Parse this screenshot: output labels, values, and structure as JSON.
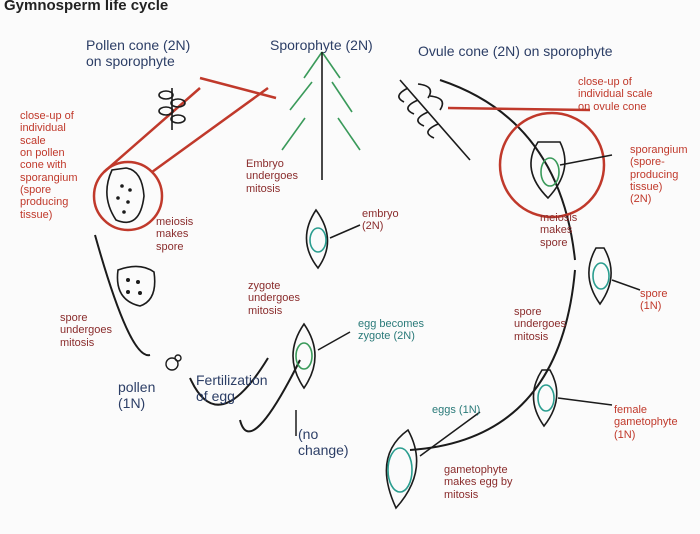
{
  "title": "Gymnosperm life cycle",
  "labels": {
    "pollen_cone": "Pollen cone (2N)\non sporophyte",
    "sporophyte": "Sporophyte (2N)",
    "ovule_cone": "Ovule cone (2N) on sporophyte",
    "closeup_pollen": "close-up of\nindividual\nscale\non pollen\ncone with\nsporangium\n(spore\nproducing\ntissue)",
    "closeup_ovule": "close-up of\nindividual scale\non ovule cone",
    "sporangium": "sporangium\n(spore-\nproducing\ntissue)\n(2N)",
    "meiosis_pollen": "meiosis\nmakes\nspore",
    "meiosis_ovule": "meiosis\nmakes\nspore",
    "embryo_mitosis": "Embryo\nundergoes\nmitosis",
    "embryo_2n": "embryo\n(2N)",
    "zygote_mitosis": "zygote\nundergoes\nmitosis",
    "egg_zygote": "egg becomes\nzygote (2N)",
    "spore_1n": "spore\n(1N)",
    "spore_mitosis_left": "spore\nundergoes\nmitosis",
    "spore_mitosis_right": "spore\nundergoes\nmitosis",
    "pollen_1n": "pollen\n(1N)",
    "fertilization": "Fertilization\nof egg",
    "no_change": "(no\nchange)",
    "eggs_1n": "eggs (1N)",
    "female_gametophyte": "female\ngametophyte\n(1N)",
    "gametophyte_egg": "gametophyte\nmakes egg by\nmitosis"
  },
  "colors": {
    "red": "#c0392b",
    "dark": "#2c3e66",
    "teal": "#2a9d8f",
    "green": "#3a9a5a",
    "black": "#1b1b1b"
  }
}
